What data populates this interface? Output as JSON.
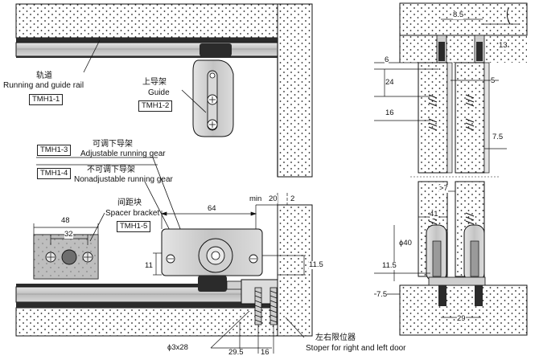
{
  "left_view": {
    "rail": {
      "label_cn": "轨道",
      "label_en": "Running and guide rail",
      "code": "TMH1-1"
    },
    "guide": {
      "label_cn": "上导架",
      "label_en": "Guide",
      "code": "TMH1-2"
    },
    "adjustable": {
      "code": "TMH1-3",
      "label_cn": "可调下导架",
      "label_en": "Adjustable running gear"
    },
    "nonadjustable": {
      "code": "TMH1-4",
      "label_cn": "不可调下导架",
      "label_en": "Nonadjustable running gear"
    },
    "spacer": {
      "label_cn": "间距块",
      "label_en": "Spacer bracket",
      "code": "TMH1-5"
    },
    "stopper": {
      "label_cn": "左右限位器",
      "label_en": "Stoper for right and left door"
    },
    "dims": {
      "d48": "48",
      "d32": "32",
      "d64": "64",
      "dmin": "min",
      "d20": "20",
      "d2": "2",
      "d11": "11",
      "d11_5": "11.5",
      "dphi3x28": "ϕ3x28",
      "d29_5": "29.5",
      "d16": "16"
    }
  },
  "right_view": {
    "dims": {
      "d8_5": "8.5",
      "d13": "13",
      "d6": "6",
      "d24": "24",
      "d5": "5",
      "d16": "16",
      "d7_5a": "7.5",
      "dgt7": ">7",
      "d41": "41",
      "dphi40": "ϕ40",
      "d11_5": "11.5",
      "d7_5b": "7.5",
      "d29": "29"
    }
  },
  "colors": {
    "line": "#111111",
    "rail": "#c8c8c8",
    "hardware": "#bdbdbd",
    "dark": "#2b2b2b"
  }
}
